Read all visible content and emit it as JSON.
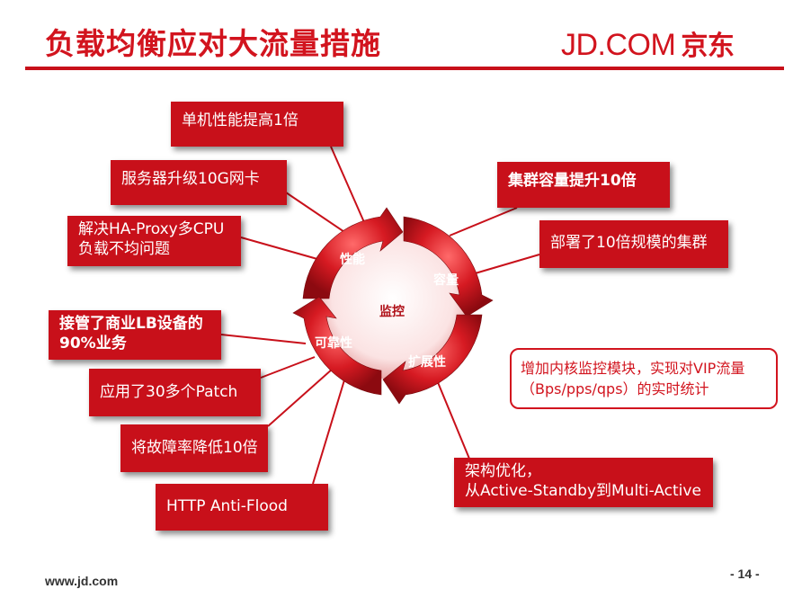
{
  "header": {
    "title": "负载均衡应对大流量措施",
    "logo_text": "JD.COM",
    "logo_cn": "京东"
  },
  "cycle": {
    "center": "监控",
    "segments": [
      "性能",
      "容量",
      "扩展性",
      "可靠性"
    ]
  },
  "boxes": {
    "perf_1": "单机性能提高1倍",
    "perf_2": "服务器升级10G网卡",
    "perf_3_line1": "解决HA-Proxy多CPU",
    "perf_3_line2": "负载不均问题",
    "cap_1": "集群容量提升10倍",
    "cap_2": "部署了10倍规模的集群",
    "rel_1_line1": "接管了商业LB设备的",
    "rel_1_line2": "90%业务",
    "rel_2": "应用了30多个Patch",
    "rel_3": "将故障率降低10倍",
    "rel_4": "HTTP Anti-Flood",
    "ext_1_line1": "架构优化，",
    "ext_1_line2": "从Active-Standby到Multi-Active"
  },
  "note": {
    "line1": "增加内核监控模块，实现对VIP流量",
    "line2": "（Bps/pps/qps）的实时统计"
  },
  "footer": {
    "url": "www.jd.com",
    "page": "- 14 -"
  },
  "colors": {
    "brand_red": "#c8101a",
    "text_white": "#ffffff"
  }
}
